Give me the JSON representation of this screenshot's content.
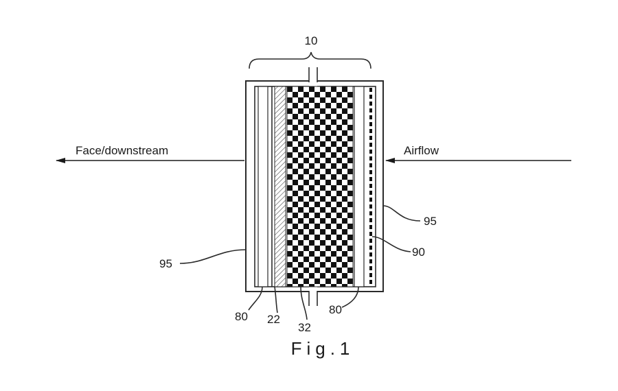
{
  "figure": {
    "caption": "Fig.1",
    "labels": {
      "assembly": "10",
      "downstream": "Face/downstream",
      "airflow": "Airflow",
      "frame_right": "95",
      "frame_left": "95",
      "prefilter": "90",
      "layer_left": "80",
      "hatched_layer": "22",
      "checker_media": "32",
      "layer_right": "80"
    }
  }
}
